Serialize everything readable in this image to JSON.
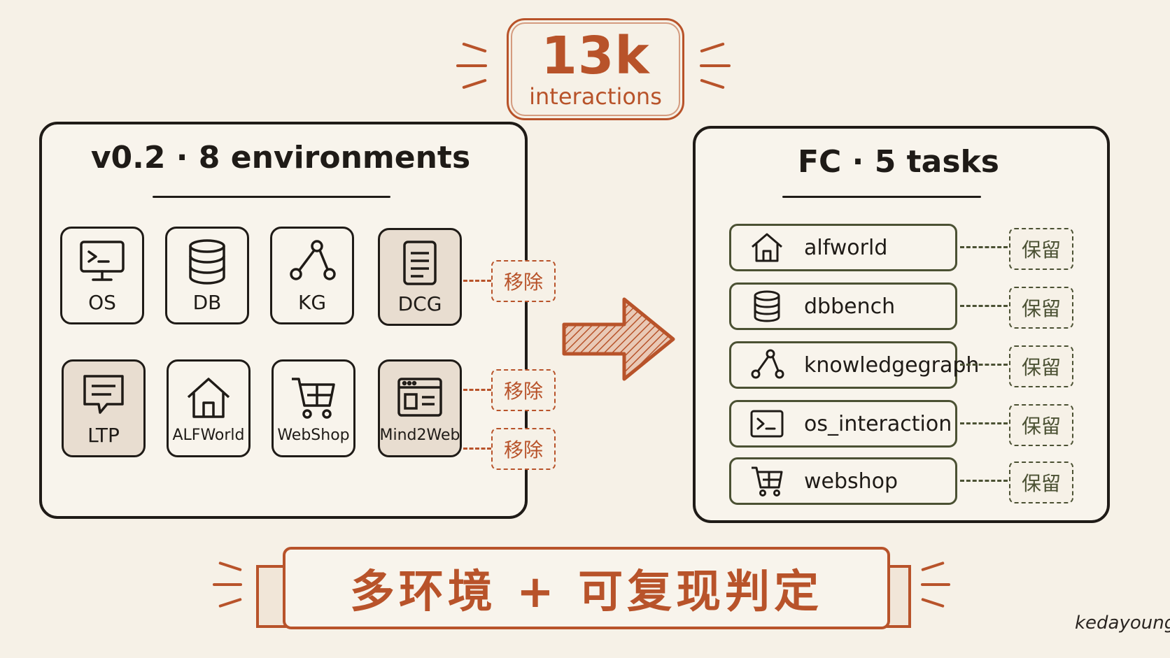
{
  "badge": {
    "number": "13k",
    "unit": "interactions"
  },
  "left_panel": {
    "title": "v0.2 · 8 environments",
    "environments": [
      {
        "label": "OS",
        "icon": "terminal-monitor-icon",
        "removed": false
      },
      {
        "label": "DB",
        "icon": "database-icon",
        "removed": false
      },
      {
        "label": "KG",
        "icon": "graph-nodes-icon",
        "removed": false
      },
      {
        "label": "DCG",
        "icon": "document-icon",
        "removed": true
      },
      {
        "label": "LTP",
        "icon": "chat-bubble-icon",
        "removed": true
      },
      {
        "label": "ALFWorld",
        "icon": "house-icon",
        "removed": false
      },
      {
        "label": "WebShop",
        "icon": "shopping-cart-icon",
        "removed": false
      },
      {
        "label": "Mind2Web",
        "icon": "browser-window-icon",
        "removed": true
      }
    ],
    "removed_tag": "移除"
  },
  "right_panel": {
    "title": "FC · 5 tasks",
    "tasks": [
      {
        "label": "alfworld",
        "icon": "house-icon"
      },
      {
        "label": "dbbench",
        "icon": "database-icon"
      },
      {
        "label": "knowledgegraph",
        "icon": "graph-nodes-icon"
      },
      {
        "label": "os_interaction",
        "icon": "terminal-icon"
      },
      {
        "label": "webshop",
        "icon": "shopping-cart-icon"
      }
    ],
    "keep_tag": "保留"
  },
  "banner": {
    "text": "多环境 + 可复现判定"
  },
  "signature": "kedayoung",
  "colors": {
    "accent": "#b8532a",
    "ink": "#1f1b17",
    "olive": "#4b5133",
    "background": "#f6f1e7"
  }
}
